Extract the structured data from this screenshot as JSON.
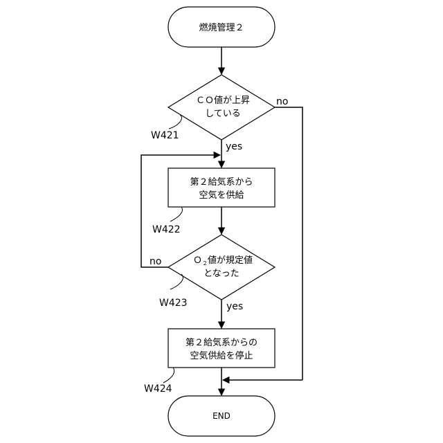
{
  "start": {
    "label": "燃焼管理２"
  },
  "decision_w421": {
    "line1": "ＣＯ値が上昇",
    "line2": "している",
    "ref": "W421",
    "yes": "yes",
    "no": "no"
  },
  "process_w422": {
    "line1": "第２給気系から",
    "line2": "空気を供給",
    "ref": "W422"
  },
  "decision_w423": {
    "o_prefix": "Ｏ",
    "subscript": "２",
    "line1_rest": "値が規定値",
    "line2": "となった",
    "ref": "W423",
    "yes": "yes",
    "no": "no"
  },
  "process_w424": {
    "line1": "第２給気系からの",
    "line2": "空気供給を停止",
    "ref": "W424"
  },
  "end": {
    "label": "END"
  }
}
